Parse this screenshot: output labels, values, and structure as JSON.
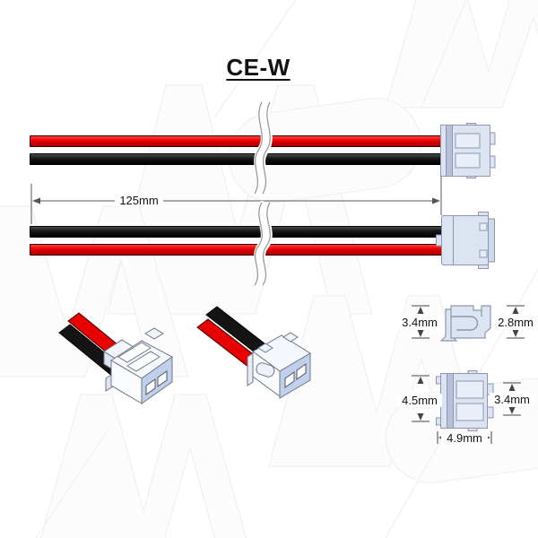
{
  "page": {
    "title": "CE-W"
  },
  "dimensions": {
    "cable_length": "125mm",
    "plug_outer_height": "3.4mm",
    "plug_inner_height": "2.8mm",
    "housing_outer_height": "4.5mm",
    "housing_inner_height": "3.4mm",
    "housing_width": "4.9mm"
  },
  "colors": {
    "wire_red": "#e80000",
    "wire_black": "#151515",
    "connector_fill": "#dde4f1",
    "connector_band": "#b6c0d6",
    "connector_stroke": "#8d97ae",
    "shade_blue": "#bfd0ec",
    "dim_line": "#555555",
    "watermark": "#f0f0f0"
  },
  "icons": {
    "break_symbol": "cable-break-wave",
    "watermark_pattern": "faint-logo-zigzag"
  }
}
